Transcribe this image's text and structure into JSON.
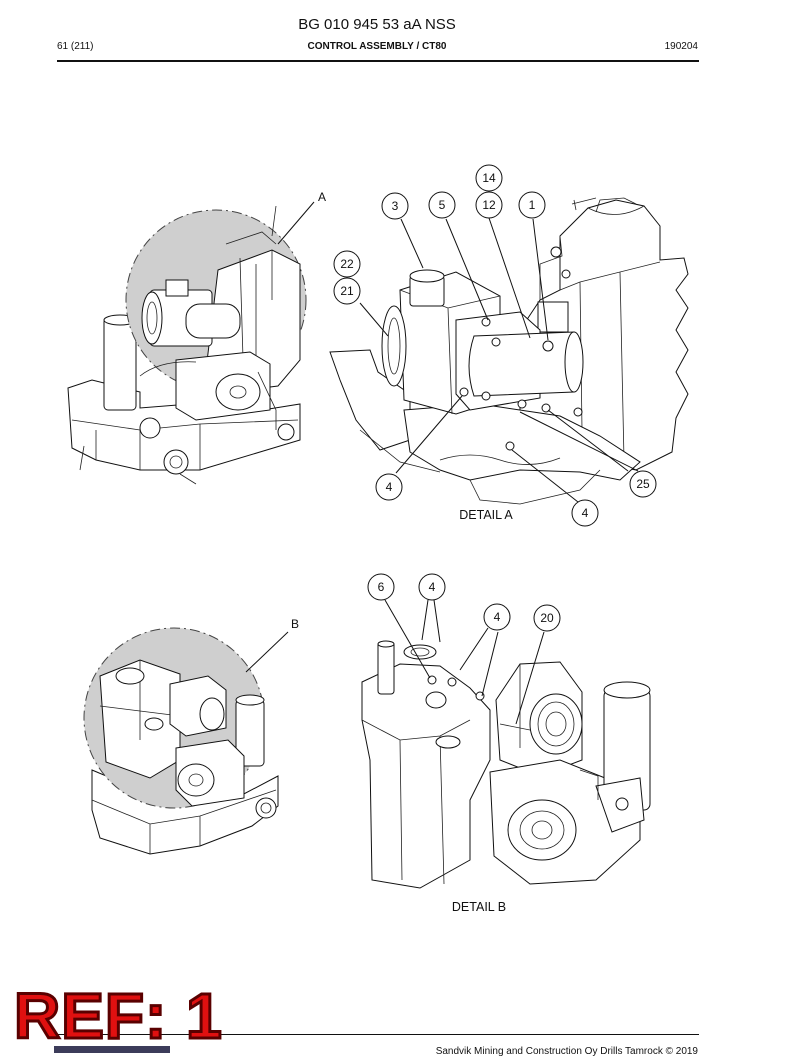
{
  "header": {
    "doc_title": "BG 010 945 53 aA NSS",
    "page": "61 (211)",
    "section": "CONTROL ASSEMBLY / CT80",
    "date": "190204"
  },
  "figure_a": {
    "overview_label": "A",
    "detail_label": "DETAIL  A",
    "callouts": [
      "14",
      "3",
      "5",
      "12",
      "1",
      "22",
      "21",
      "4",
      "25",
      "4"
    ]
  },
  "figure_b": {
    "overview_label": "B",
    "detail_label": "DETAIL  B",
    "callouts": [
      "6",
      "4",
      "4",
      "20"
    ]
  },
  "stamp": {
    "text": "REF: 1",
    "color": "#e01010"
  },
  "footer": {
    "copyright": "Sandvik Mining and Construction Oy Drills Tamrock © 2019"
  }
}
